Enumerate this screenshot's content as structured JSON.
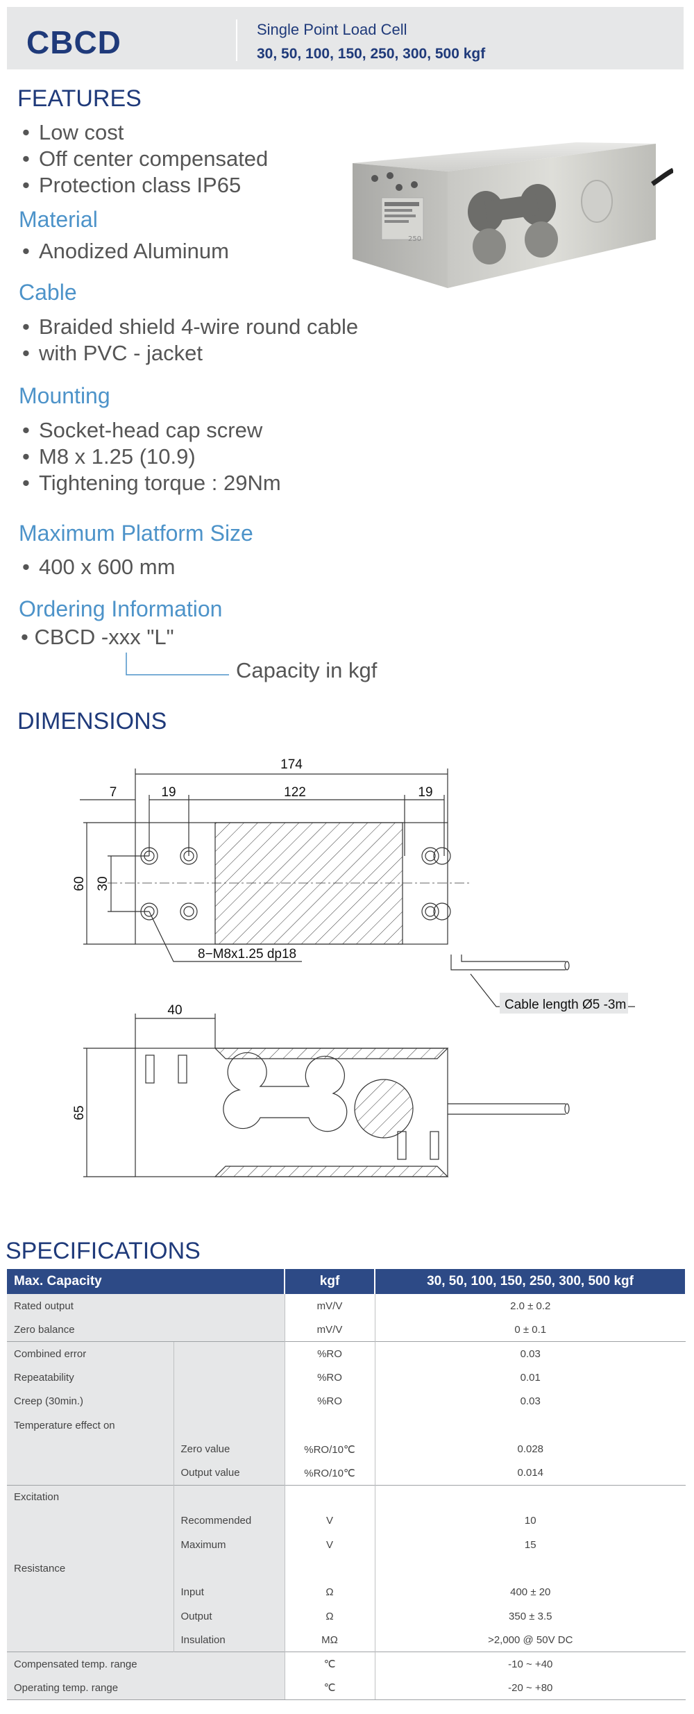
{
  "header": {
    "model": "CBCD",
    "subtitle": "Single Point Load Cell",
    "capacities": "30, 50, 100, 150, 250, 300, 500 kgf"
  },
  "features": {
    "title": "FEATURES",
    "items": [
      "Low cost",
      "Off center compensated",
      "Protection class IP65"
    ]
  },
  "material": {
    "title": "Material",
    "items": [
      "Anodized Aluminum"
    ]
  },
  "cable": {
    "title": "Cable",
    "items": [
      "Braided shield 4-wire round cable",
      "with PVC - jacket"
    ]
  },
  "mounting": {
    "title": "Mounting",
    "items": [
      "Socket-head cap screw",
      "M8 x 1.25 (10.9)",
      "Tightening torque : 29Nm"
    ]
  },
  "platform": {
    "title": "Maximum Platform Size",
    "items": [
      "400 x 600 mm"
    ]
  },
  "ordering": {
    "title": "Ordering Information",
    "code_prefix": "CBCD ",
    "code_var": "-xxx",
    "code_suffix": " \"L\"",
    "note": "Capacity in kgf"
  },
  "product_image": {
    "engraving": "250"
  },
  "dimensions": {
    "title": "DIMENSIONS",
    "dim_total": "174",
    "dim_edge": "7",
    "dim_hole_left": "19",
    "dim_center": "122",
    "dim_hole_right": "19",
    "dim_height": "60",
    "dim_hole_spacing": "30",
    "hole_note": "8−M8x1.25 dp18",
    "cable_note": "Cable length Ø5 -3m",
    "dim_side_width": "40",
    "dim_side_height": "65"
  },
  "specifications": {
    "title": "SPECIFICATIONS",
    "header": {
      "label": "Max. Capacity",
      "unit": "kgf",
      "value": "30, 50, 100, 150, 250, 300, 500 kgf"
    },
    "rows": [
      {
        "label": "Rated output",
        "sub": "",
        "unit": "mV/V",
        "value": "2.0 ± 0.2"
      },
      {
        "label": "Zero balance",
        "sub": "",
        "unit": "mV/V",
        "value": "0 ± 0.1"
      },
      {
        "label": "Combined error",
        "sub": "",
        "unit": "%RO",
        "value": "0.03"
      },
      {
        "label": "Repeatability",
        "sub": "",
        "unit": "%RO",
        "value": "0.01"
      },
      {
        "label": "Creep (30min.)",
        "sub": "",
        "unit": "%RO",
        "value": "0.03"
      },
      {
        "label": "Temperature effect on",
        "sub": "",
        "unit": "",
        "value": ""
      },
      {
        "label": "",
        "sub": "Zero value",
        "unit": "%RO/10℃",
        "value": "0.028"
      },
      {
        "label": "",
        "sub": "Output  value",
        "unit": "%RO/10℃",
        "value": "0.014"
      },
      {
        "label": "Excitation",
        "sub": "",
        "unit": "",
        "value": ""
      },
      {
        "label": "",
        "sub": "Recommended",
        "unit": "V",
        "value": "10"
      },
      {
        "label": "",
        "sub": "Maximum",
        "unit": "V",
        "value": "15"
      },
      {
        "label": "Resistance",
        "sub": "",
        "unit": "",
        "value": ""
      },
      {
        "label": "",
        "sub": "Input",
        "unit": "Ω",
        "value": "400 ± 20"
      },
      {
        "label": "",
        "sub": "Output",
        "unit": "Ω",
        "value": "350 ± 3.5"
      },
      {
        "label": "",
        "sub": "Insulation",
        "unit": "MΩ",
        "value": ">2,000 @ 50V DC"
      },
      {
        "label": "Compensated temp. range",
        "sub": "",
        "unit": "℃",
        "value": "-10 ~ +40"
      },
      {
        "label": "Operating temp. range",
        "sub": "",
        "unit": "℃",
        "value": "-20 ~ +80"
      }
    ]
  }
}
